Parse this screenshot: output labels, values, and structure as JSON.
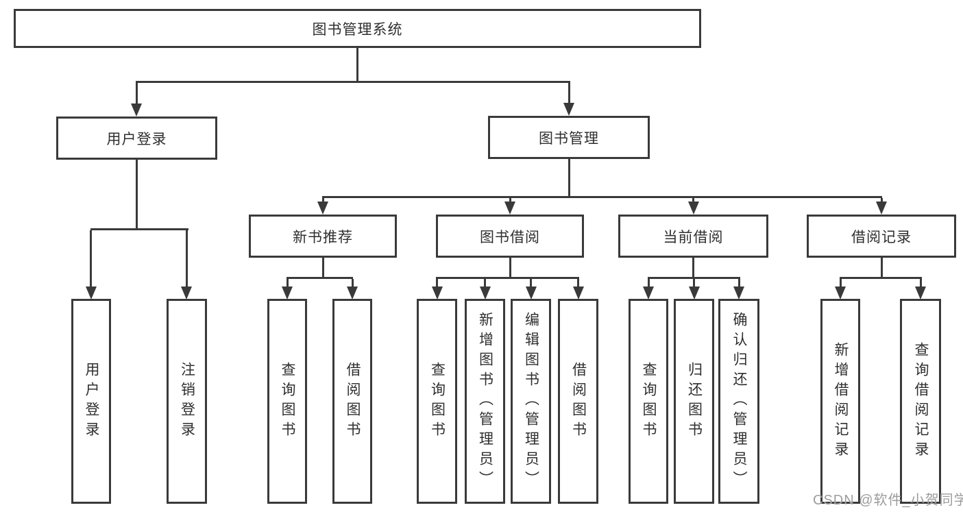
{
  "nodes": {
    "root": {
      "label": "图书管理系统"
    },
    "level2": [
      {
        "label": "用户登录"
      },
      {
        "label": "图书管理"
      }
    ],
    "level3": [
      {
        "label": "新书推荐",
        "parent": "图书管理"
      },
      {
        "label": "图书借阅",
        "parent": "图书管理"
      },
      {
        "label": "当前借阅",
        "parent": "图书管理"
      },
      {
        "label": "借阅记录",
        "parent": "图书管理"
      }
    ],
    "leaves": [
      {
        "label": "用户登录",
        "parent": "用户登录"
      },
      {
        "label": "注销登录",
        "parent": "用户登录"
      },
      {
        "label": "查询图书",
        "parent": "新书推荐"
      },
      {
        "label": "借阅图书",
        "parent": "新书推荐"
      },
      {
        "label": "查询图书",
        "parent": "图书借阅"
      },
      {
        "label": "新增图书（管理员）",
        "parent": "图书借阅"
      },
      {
        "label": "编辑图书（管理员）",
        "parent": "图书借阅"
      },
      {
        "label": "借阅图书",
        "parent": "图书借阅"
      },
      {
        "label": "查询图书",
        "parent": "当前借阅"
      },
      {
        "label": "归还图书",
        "parent": "当前借阅"
      },
      {
        "label": "确认归还（管理员）",
        "parent": "当前借阅"
      },
      {
        "label": "新增借阅记录",
        "parent": "借阅记录"
      },
      {
        "label": "查询借阅记录",
        "parent": "借阅记录"
      }
    ]
  },
  "watermark": "CSDN @软件_小贺同学",
  "colors": {
    "line": "#3a3a3a",
    "text": "#2f2f2f",
    "background": "#ffffff",
    "watermark": "#9c9c9c"
  }
}
